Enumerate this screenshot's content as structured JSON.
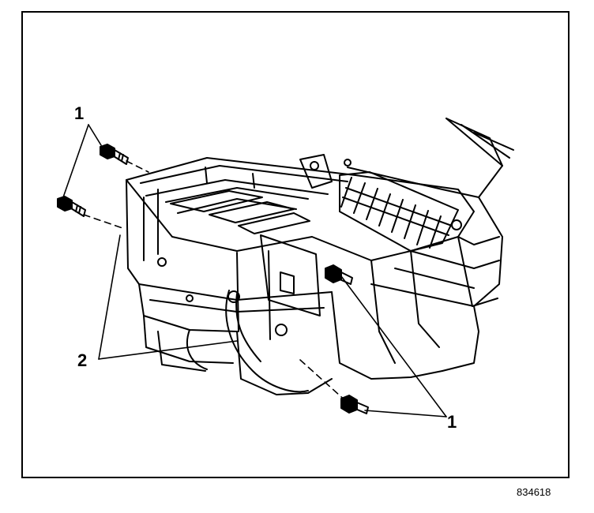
{
  "callouts": {
    "bolts_upper_left": "1",
    "clips": "2",
    "bolts_lower_right": "1"
  },
  "figure_id": "834618",
  "colors": {
    "ink": "#000000",
    "paper": "#ffffff"
  }
}
